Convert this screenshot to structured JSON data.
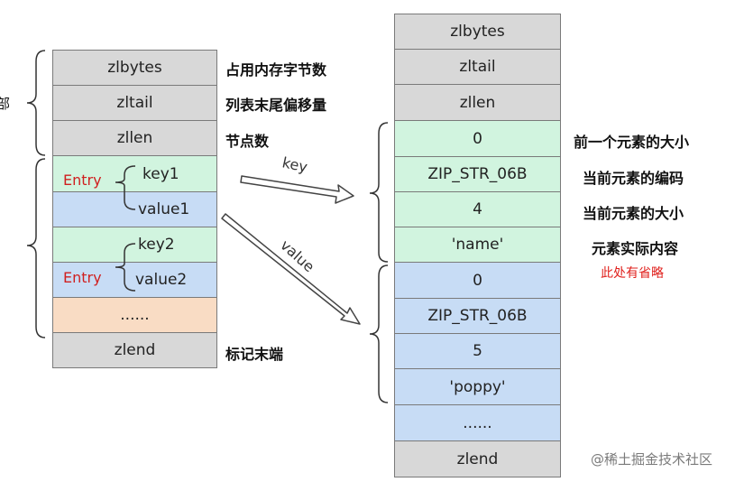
{
  "left_list": {
    "header_cells": [
      "zlbytes",
      "zltail",
      "zllen"
    ],
    "entry_label": "Entry",
    "entry1": {
      "key": "key1",
      "value": "value1"
    },
    "entry2": {
      "key": "key2",
      "value": "value2"
    },
    "ellipsis": "......",
    "end": "zlend",
    "side_char": "部"
  },
  "left_notes": [
    "占用内存字节数",
    "列表末尾偏移量",
    "节点数",
    "标记末端"
  ],
  "arrows": {
    "key_label": "key",
    "value_label": "value"
  },
  "right_list": {
    "cells": [
      "zlbytes",
      "zltail",
      "zllen",
      "0",
      "ZIP_STR_06B",
      "4",
      "'name'",
      "0",
      "ZIP_STR_06B",
      "5",
      "'poppy'",
      "......",
      "zlend"
    ]
  },
  "right_notes": [
    "前一个元素的大小",
    "当前元素的编码",
    "当前元素的大小",
    "元素实际内容"
  ],
  "right_note_red": "此处有省略",
  "watermark": "@稀土掘金技术社区",
  "colors": {
    "gray": "#d8d8d8",
    "green": "#d1f4df",
    "blue": "#c7dcf5",
    "peach": "#f9dcc4",
    "red_text": "#e0201c"
  }
}
